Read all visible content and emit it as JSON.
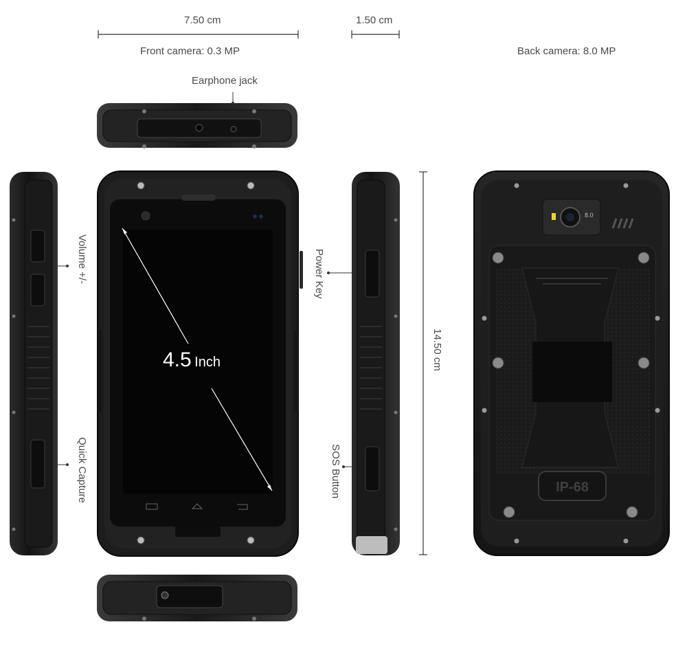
{
  "dimensions": {
    "width_label": "7.50 cm",
    "thickness_label": "1.50 cm",
    "height_label": "14.50 cm"
  },
  "cameras": {
    "front": "Front camera: 0.3 MP",
    "back": "Back camera: 8.0 MP",
    "back_module_marking": "8.0"
  },
  "callouts": {
    "earphone_jack": "Earphone jack",
    "volume": "Volume +/-",
    "quick_capture": "Quick Capture",
    "power_key": "Power Key",
    "sos_button": "SOS Button"
  },
  "screen": {
    "size_value": "4.5",
    "size_unit": "Inch"
  },
  "badge": {
    "ip_rating": "IP-68"
  },
  "colors": {
    "body": "#1c1c1c",
    "body_edge": "#2e2e2e",
    "screen": "#050505",
    "label_text": "#4a4a4a",
    "dimension_line": "#333333"
  }
}
